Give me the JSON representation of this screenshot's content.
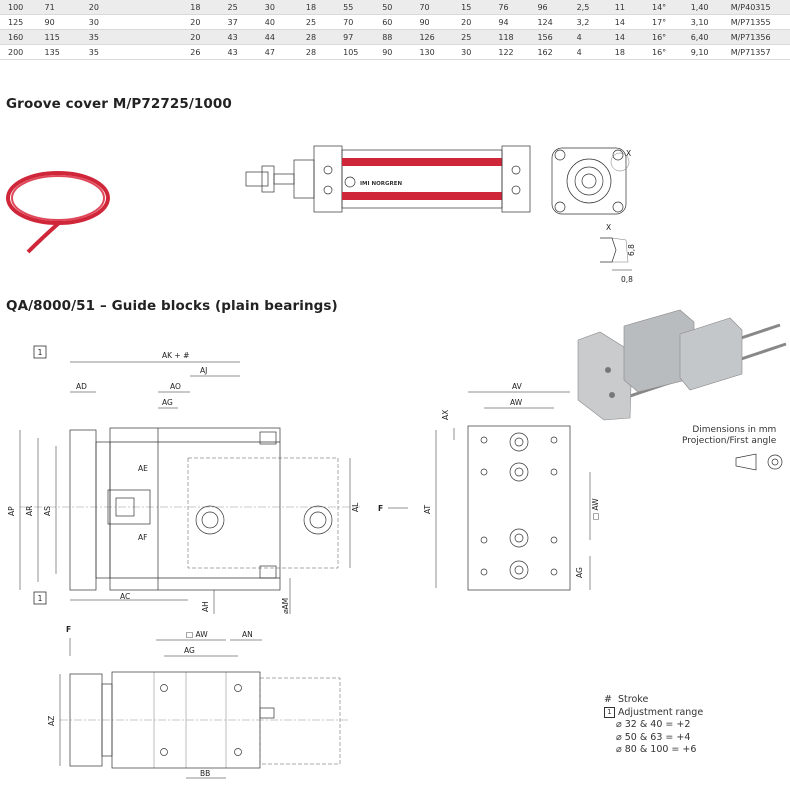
{
  "spec_table": {
    "rows": [
      [
        "100",
        "71",
        "20",
        "",
        "18",
        "25",
        "30",
        "18",
        "55",
        "50",
        "70",
        "15",
        "76",
        "96",
        "2,5",
        "11",
        "14°",
        "1,40",
        "M/P40315"
      ],
      [
        "125",
        "90",
        "30",
        "",
        "20",
        "37",
        "40",
        "25",
        "70",
        "60",
        "90",
        "20",
        "94",
        "124",
        "3,2",
        "14",
        "17°",
        "3,10",
        "M/P71355"
      ],
      [
        "160",
        "115",
        "35",
        "",
        "20",
        "43",
        "44",
        "28",
        "97",
        "88",
        "126",
        "25",
        "118",
        "156",
        "4",
        "14",
        "16°",
        "6,40",
        "M/P71356"
      ],
      [
        "200",
        "135",
        "35",
        "",
        "26",
        "43",
        "47",
        "28",
        "105",
        "90",
        "130",
        "30",
        "122",
        "162",
        "4",
        "18",
        "16°",
        "9,10",
        "M/P71357"
      ]
    ]
  },
  "groove_section": {
    "title": "Groove cover M/P72725/1000",
    "brand_text": "IMI NORGREN",
    "detail_labels": {
      "x": "X",
      "dim_depth": "6,8",
      "dim_width": "0,8"
    }
  },
  "guide_section": {
    "title": "QA/8000/51 – Guide blocks (plain bearings)",
    "box_marker": "1",
    "front_dims": [
      "AK + #",
      "AJ",
      "AD",
      "AO",
      "AG",
      "AE",
      "AF",
      "AP",
      "AR",
      "AS",
      "AL",
      "AC",
      "AH",
      "⌀AM"
    ],
    "side_dims": [
      "AV",
      "AW",
      "AX",
      "AT",
      "□ AW",
      "AG"
    ],
    "force_label": "F",
    "bottom_dims": [
      "□ AW",
      "AN",
      "AG",
      "AZ",
      "BB"
    ]
  },
  "notes": {
    "dimensions": "Dimensions in mm",
    "projection": "Projection/First angle"
  },
  "legend": {
    "hash_symbol": "#",
    "stroke": "Stroke",
    "box_num": "1",
    "adjust": "Adjustment range",
    "items": [
      "⌀ 32 & 40 = +2",
      "⌀ 50 & 63 = +4",
      "⌀ 80 & 100 = +6"
    ]
  },
  "colors": {
    "groove_red": "#d0263a",
    "aluminium": "#c9cbcd"
  }
}
